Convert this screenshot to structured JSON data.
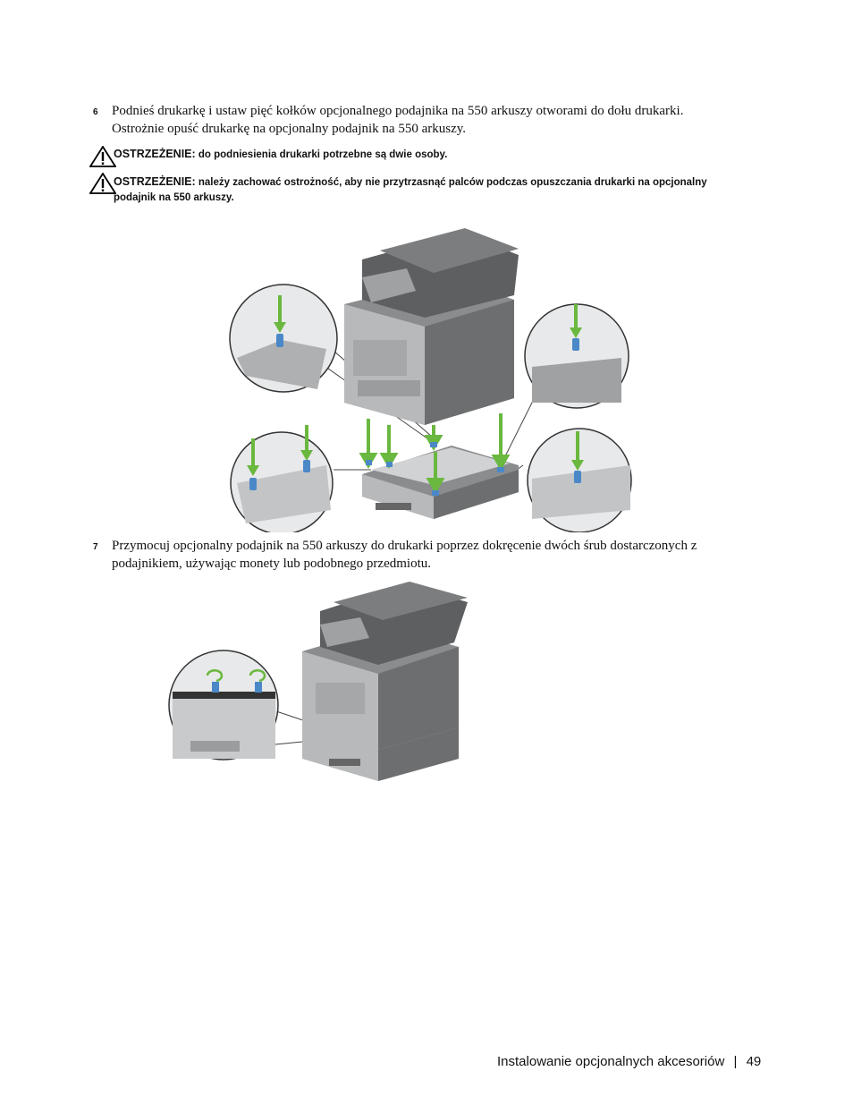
{
  "steps": [
    {
      "number": "6",
      "lines": [
        "Podnieś drukarkę i ustaw pięć kołków opcjonalnego podajnika na 550 arkuszy otworami do dołu drukarki.",
        "Ostrożnie opuść drukarkę na opcjonalny podajnik na 550 arkuszy."
      ]
    },
    {
      "number": "7",
      "lines": [
        "Przymocuj opcjonalny podajnik na 550 arkuszy do drukarki poprzez dokręcenie dwóch śrub dostarczonych z",
        "podajnikiem, używając monety lub podobnego przedmiotu."
      ]
    }
  ],
  "warnings": [
    {
      "label": "OSTRZEŻENIE:",
      "lines": [
        "do podniesienia drukarki potrzebne są dwie osoby."
      ]
    },
    {
      "label": "OSTRZEŻENIE:",
      "lines": [
        "należy zachować ostrożność, aby nie przytrzasnąć palców podczas opuszczania drukarki na opcjonalny",
        "podajnik na 550 arkuszy."
      ]
    }
  ],
  "footer": {
    "section": "Instalowanie opcjonalnych akcesoriów",
    "separator": "|",
    "page_number": "49"
  },
  "icons": {
    "warning": "warning-triangle-icon",
    "guide_arrow": "green-down-arrow-icon",
    "peg": "blue-peg-icon",
    "screw_rotate": "rotate-arrow-icon"
  },
  "colors": {
    "arrow_green": "#6ab83f",
    "peg_blue": "#4a88c8",
    "printer_dark": "#5d5f61",
    "printer_mid": "#8a8c8e",
    "printer_light": "#b7b9bb"
  }
}
